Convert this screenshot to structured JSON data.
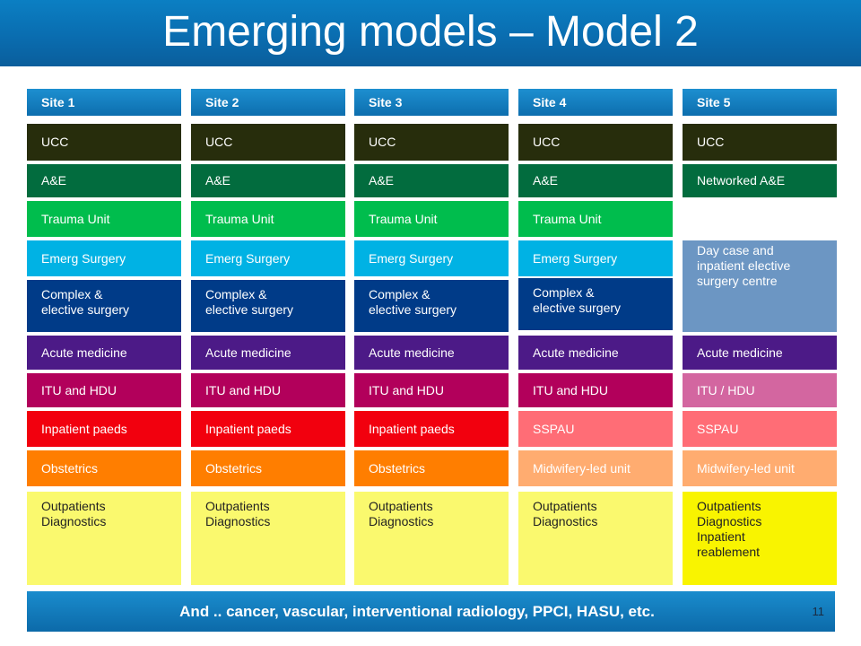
{
  "title": "Emerging models – Model 2",
  "footer": {
    "text": "And .. cancer, vascular, interventional radiology, PPCI, HASU, etc.",
    "page_number": "11"
  },
  "sites": [
    {
      "name": "Site 1",
      "cells": [
        "UCC",
        "A&E",
        "Trauma Unit",
        "Emerg Surgery",
        "Complex &\nelective surgery",
        "Acute medicine",
        "ITU and HDU",
        "Inpatient paeds",
        "Obstetrics",
        "Outpatients\nDiagnostics"
      ]
    },
    {
      "name": "Site 2",
      "cells": [
        "UCC",
        "A&E",
        "Trauma Unit",
        "Emerg Surgery",
        "Complex &\nelective surgery",
        "Acute medicine",
        "ITU and HDU",
        "Inpatient paeds",
        "Obstetrics",
        "Outpatients\nDiagnostics"
      ]
    },
    {
      "name": "Site 3",
      "cells": [
        "UCC",
        "A&E",
        "Trauma Unit",
        "Emerg Surgery",
        "Complex &\nelective surgery",
        "Acute medicine",
        "ITU and HDU",
        "Inpatient paeds",
        "Obstetrics",
        "Outpatients\nDiagnostics"
      ]
    },
    {
      "name": "Site 4",
      "cells": [
        "UCC",
        "A&E",
        "Trauma Unit",
        "Emerg Surgery",
        "Complex &\nelective surgery",
        "Acute medicine",
        "ITU and HDU",
        "SSPAU",
        "Midwifery-led  unit",
        "Outpatients\nDiagnostics"
      ]
    },
    {
      "name": "Site 5",
      "cells": [
        "UCC",
        "Networked A&E",
        "Day case and\ninpatient elective\nsurgery centre",
        "Acute medicine",
        "ITU / HDU",
        "SSPAU",
        "Midwifery-led unit",
        "Outpatients\nDiagnostics\nInpatient\nreablement"
      ]
    }
  ],
  "colors": {
    "ucc": "#272d0c",
    "ae": "#026c3e",
    "trauma": "#00bd4d",
    "emerg_surgery": "#00b2e4",
    "complex_surgery": "#003b88",
    "day_case": "#6c96c3",
    "acute_medicine": "#4c1a87",
    "itu_hdu": "#b2005b",
    "itu_hdu_light": "#d366a0",
    "inpatient_paeds": "#f2000e",
    "sspau": "#ff6d76",
    "obstetrics": "#ff7e00",
    "midwifery": "#ffac70",
    "outpatients": "#faf96e",
    "outpatients_bright": "#f9f400"
  }
}
